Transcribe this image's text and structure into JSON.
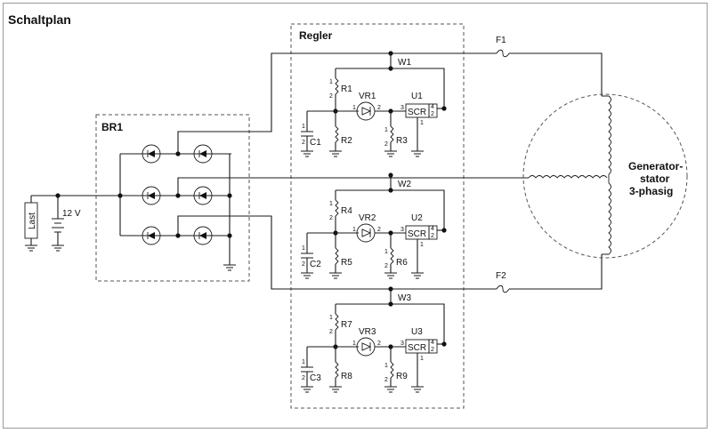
{
  "title": "Schaltplan",
  "bridge": {
    "label": "BR1"
  },
  "regulator": {
    "label": "Regler"
  },
  "load": {
    "label": "Last",
    "battery_label": "12 V"
  },
  "fuses": [
    {
      "label": "F1"
    },
    {
      "label": "F2"
    }
  ],
  "wires": [
    {
      "label": "W1"
    },
    {
      "label": "W2"
    },
    {
      "label": "W3"
    }
  ],
  "regler_units": [
    {
      "vr": "VR1",
      "scr": "U1",
      "r_top": "R1",
      "r_mid": "R2",
      "r_out": "R3",
      "cap": "C1"
    },
    {
      "vr": "VR2",
      "scr": "U2",
      "r_top": "R4",
      "r_mid": "R5",
      "r_out": "R6",
      "cap": "C2"
    },
    {
      "vr": "VR3",
      "scr": "U3",
      "r_top": "R7",
      "r_mid": "R8",
      "r_out": "R9",
      "cap": "C3"
    }
  ],
  "scr_text": "SCR",
  "pins": {
    "p1": "1",
    "p2": "2",
    "p3": "3",
    "p4": "4"
  },
  "generator": {
    "line1": "Generator-",
    "line2": "stator",
    "line3": "3-phasig"
  }
}
